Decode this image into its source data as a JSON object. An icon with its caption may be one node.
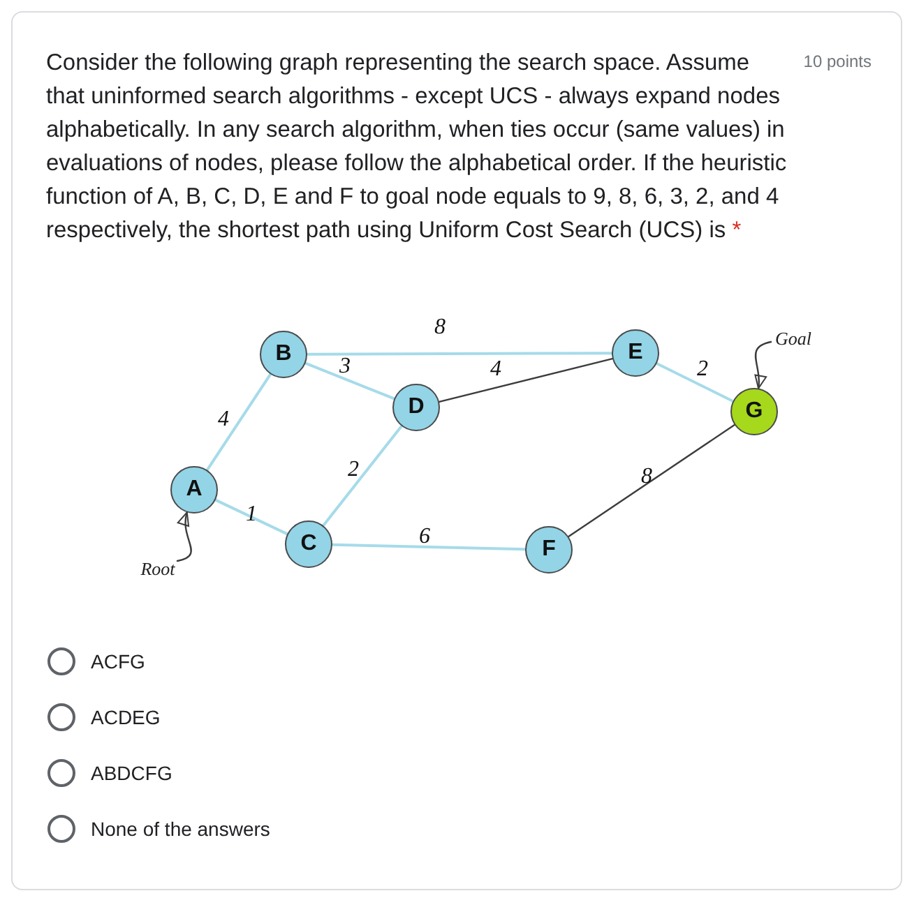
{
  "diagram": {
    "title": "Consider the following graph representing the search space. Assume that uninformed search algorithms - except UCS - always expand nodes alphabetically. In any search algorithm, when ties occur (same values) in evaluations of nodes, please follow the alphabetical order. If the heuristic function of A, B, C, D, E and F to goal node equals to 9, 8, 6, 3, 2, and 4 respectively, the shortest path using Uniform Cost Search (UCS) is",
    "nodes": [
      {
        "text": [
          "A"
        ]
      },
      {
        "text": [
          "B"
        ]
      },
      {
        "text": [
          "C"
        ]
      },
      {
        "text": [
          "D"
        ]
      },
      {
        "text": [
          "E"
        ]
      },
      {
        "text": [
          "F"
        ]
      },
      {
        "text": [
          "G"
        ]
      },
      {
        "text": [
          "Root"
        ]
      },
      {
        "text": [
          "Goal"
        ]
      }
    ],
    "edges": [
      {
        "from": 0,
        "to": 1,
        "arrow": "none",
        "label": "4"
      },
      {
        "from": 0,
        "to": 2,
        "arrow": "none",
        "label": "1"
      },
      {
        "from": 1,
        "to": 3,
        "arrow": "none",
        "label": "3"
      },
      {
        "from": 1,
        "to": 4,
        "arrow": "none",
        "label": "8"
      },
      {
        "from": 2,
        "to": 3,
        "arrow": "none",
        "label": "2"
      },
      {
        "from": 2,
        "to": 5,
        "arrow": "none",
        "label": "6"
      },
      {
        "from": 3,
        "to": 4,
        "arrow": "none",
        "label": "4",
        "color": "#3c3c3c"
      },
      {
        "from": 4,
        "to": 6,
        "arrow": "none",
        "label": "2"
      },
      {
        "from": 5,
        "to": 6,
        "arrow": "none",
        "label": "8",
        "color": "#3c3c3c"
      },
      {
        "from": 7,
        "to": 0,
        "arrow": "to",
        "color": "#3c3c3c"
      },
      {
        "from": 8,
        "to": 6,
        "arrow": "to",
        "color": "#3c3c3c"
      }
    ],
    "labels": [
      "10 points",
      "*",
      "ACFG",
      "ACDEG",
      "ABDCFG",
      "None of the answers"
    ]
  }
}
